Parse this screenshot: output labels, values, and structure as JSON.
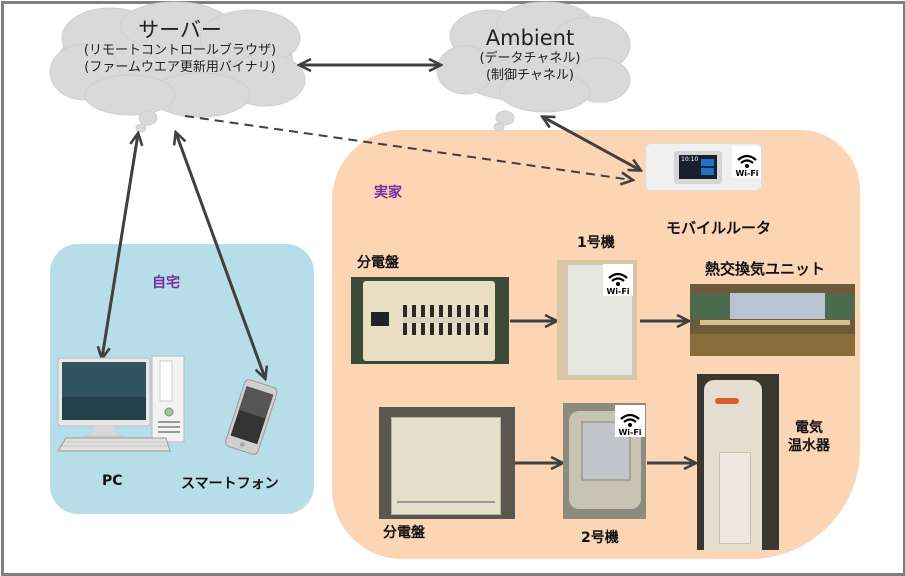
{
  "clouds": {
    "server": {
      "title": "サーバー",
      "lines": [
        "(リモートコントロールブラウザ)",
        "(ファームウエア更新用バイナリ)"
      ]
    },
    "ambient": {
      "title": "Ambient",
      "lines": [
        "(データチャネル)",
        "(制御チャネル)"
      ]
    }
  },
  "zones": {
    "home": {
      "label": "自宅",
      "color": "#b7dde8"
    },
    "parents_home": {
      "label": "実家",
      "color": "#fcd5b5"
    }
  },
  "devices": {
    "pc": {
      "label": "PC"
    },
    "smartphone": {
      "label": "スマートフォン"
    },
    "mobile_router": {
      "label": "モバイルルータ",
      "badge": "Wi-Fi",
      "screen_time": "10:10"
    },
    "panel1": {
      "label": "分電盤"
    },
    "unit1": {
      "label": "1号機",
      "badge": "Wi-Fi"
    },
    "heat_exchanger": {
      "label": "熱交換気ユニット"
    },
    "panel2": {
      "label": "分電盤"
    },
    "unit2": {
      "label": "2号機",
      "badge": "Wi-Fi"
    },
    "water_heater": {
      "label_line1": "電気",
      "label_line2": "温水器"
    }
  },
  "colors": {
    "zone_label": "#7030a0",
    "arrow": "#404040",
    "cloud": "#d9d9d9",
    "frame": "#7f7f7f"
  }
}
